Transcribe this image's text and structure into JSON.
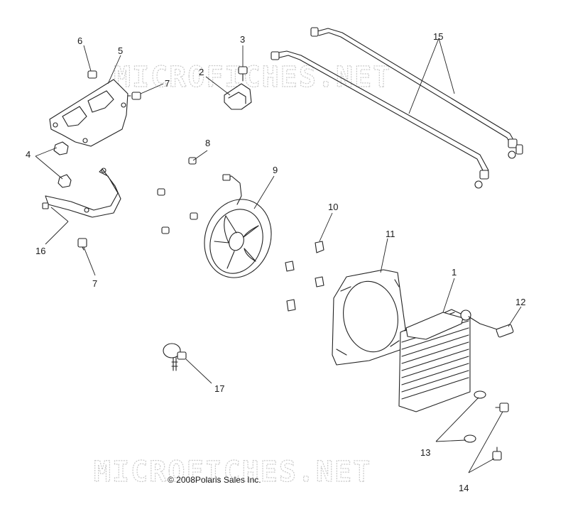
{
  "watermarks": [
    "MICROFICHES.NET",
    "MICROFICHES.NET"
  ],
  "copyright": "© 2008Polaris Sales Inc.",
  "callouts": [
    {
      "id": "c1",
      "label": "1"
    },
    {
      "id": "c2",
      "label": "2"
    },
    {
      "id": "c3",
      "label": "3"
    },
    {
      "id": "c4",
      "label": "4"
    },
    {
      "id": "c5",
      "label": "5"
    },
    {
      "id": "c6",
      "label": "6"
    },
    {
      "id": "c7a",
      "label": "7"
    },
    {
      "id": "c7b",
      "label": "7"
    },
    {
      "id": "c8",
      "label": "8"
    },
    {
      "id": "c9",
      "label": "9"
    },
    {
      "id": "c10",
      "label": "10"
    },
    {
      "id": "c11",
      "label": "11"
    },
    {
      "id": "c12",
      "label": "12"
    },
    {
      "id": "c13",
      "label": "13"
    },
    {
      "id": "c14",
      "label": "14"
    },
    {
      "id": "c15",
      "label": "15"
    },
    {
      "id": "c16",
      "label": "16"
    },
    {
      "id": "c17",
      "label": "17"
    }
  ]
}
